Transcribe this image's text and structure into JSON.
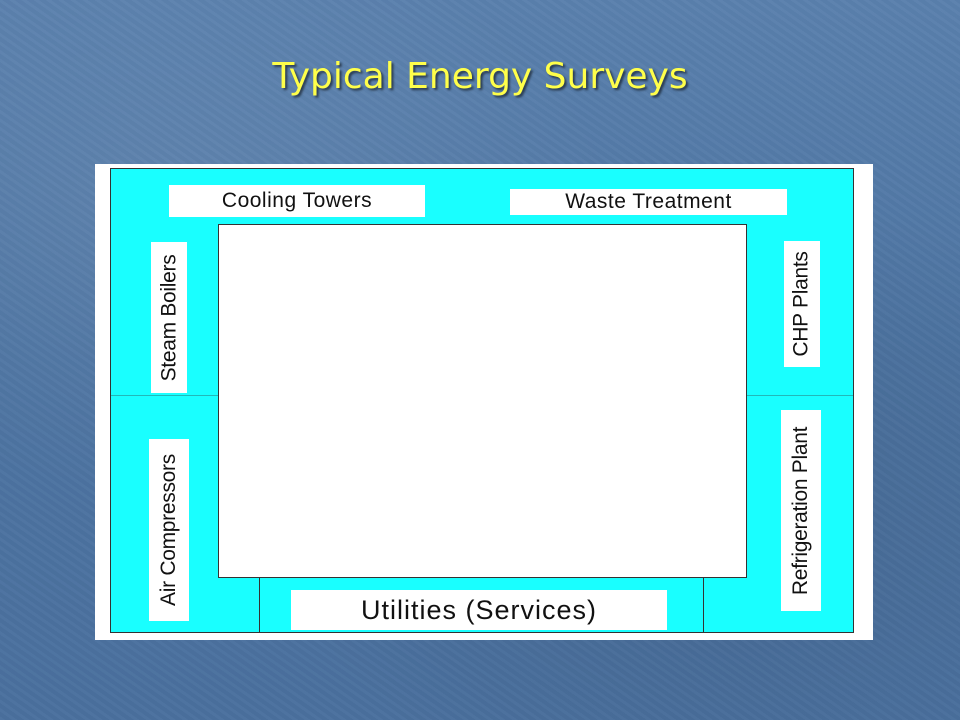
{
  "slide": {
    "title": "Typical Energy Surveys"
  },
  "diagram": {
    "top_labels": {
      "left": "Cooling Towers",
      "right": "Waste Treatment"
    },
    "left_labels": {
      "upper": "Steam Boilers",
      "lower": "Air Compressors"
    },
    "right_labels": {
      "upper": "CHP Plants",
      "lower": "Refrigeration Plant"
    },
    "bottom_label": "Utilities (Services)",
    "colors": {
      "frame": "#19ffff",
      "label_background": "#ffffff",
      "title": "#ffff4a",
      "slide_background": "#4f77a5"
    }
  }
}
